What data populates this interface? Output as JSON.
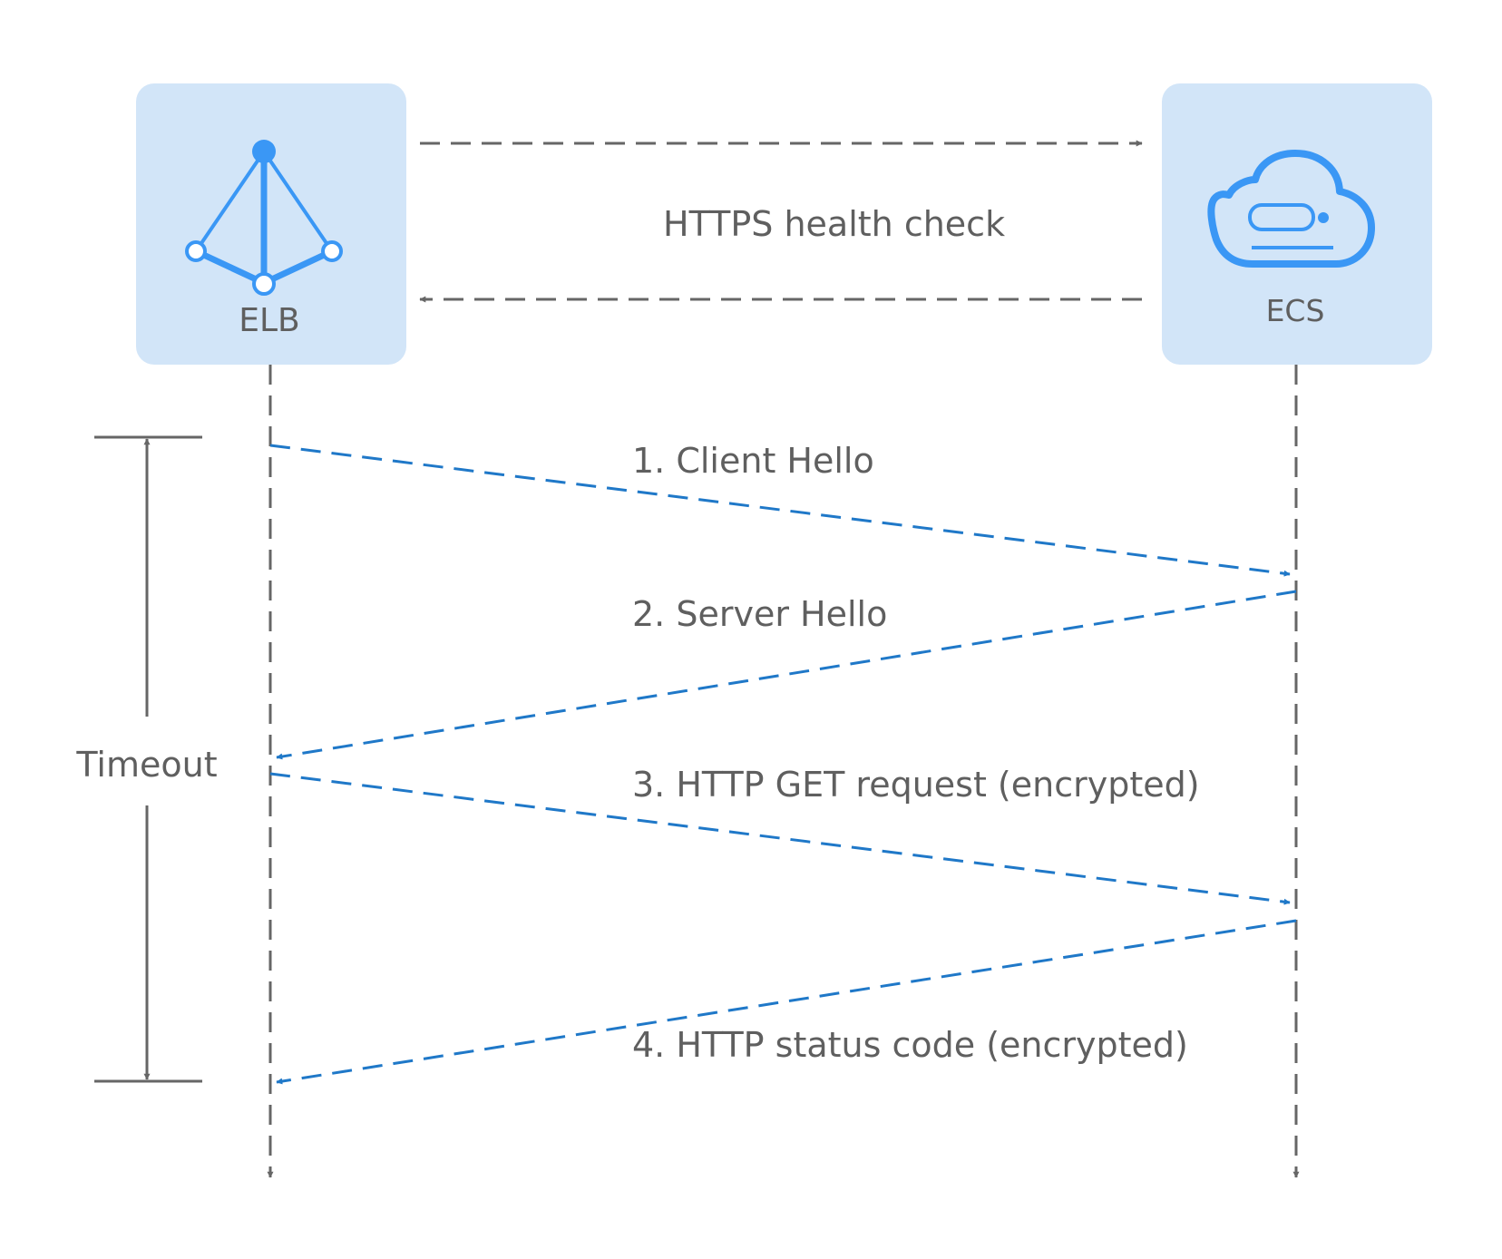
{
  "participants": [
    {
      "id": "elb",
      "label": "ELB",
      "icon": "load-balancer-icon"
    },
    {
      "id": "ecs",
      "label": "ECS",
      "icon": "cloud-server-icon"
    }
  ],
  "health_check": {
    "label": "HTTPS health check"
  },
  "timeout": {
    "label": "Timeout"
  },
  "messages": [
    {
      "label": "1. Client Hello",
      "from": "elb",
      "to": "ecs"
    },
    {
      "label": "2. Server Hello",
      "from": "ecs",
      "to": "elb"
    },
    {
      "label": "3. HTTP GET request (encrypted)",
      "from": "elb",
      "to": "ecs"
    },
    {
      "label": "4. HTTP status code (encrypted)",
      "from": "ecs",
      "to": "elb"
    }
  ],
  "colors": {
    "node_fill": "#d2e5f8",
    "icon_blue": "#3a97f5",
    "message_blue": "#1f78c8",
    "line_gray": "#666666",
    "text_gray": "#5f5f5f"
  }
}
